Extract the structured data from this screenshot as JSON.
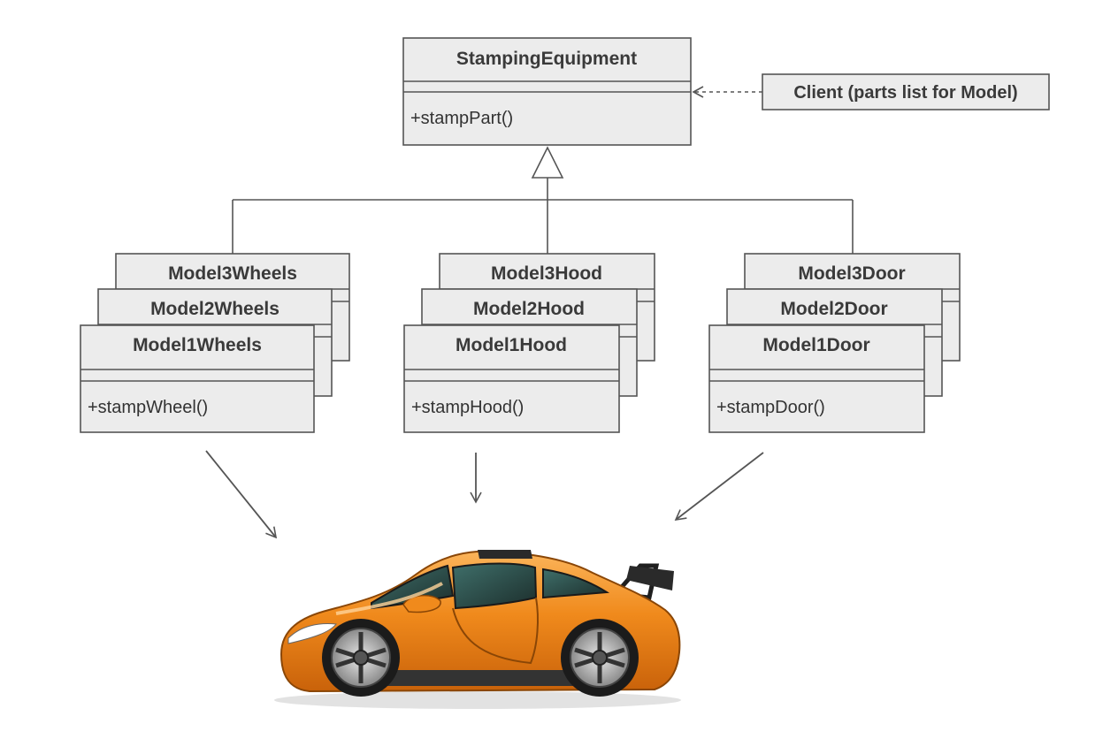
{
  "abstract_class": {
    "name": "StampingEquipment",
    "method": "+stampPart()"
  },
  "client": {
    "label": "Client (parts list for Model)"
  },
  "families": [
    {
      "classes": [
        "Model3Wheels",
        "Model2Wheels",
        "Model1Wheels"
      ],
      "method": "+stampWheel()"
    },
    {
      "classes": [
        "Model3Hood",
        "Model2Hood",
        "Model1Hood"
      ],
      "method": "+stampHood()"
    },
    {
      "classes": [
        "Model3Door",
        "Model2Door",
        "Model1Door"
      ],
      "method": "+stampDoor()"
    }
  ],
  "colors": {
    "box_fill": "#ececec",
    "box_stroke": "#555555",
    "car_body": "#f08a1c",
    "car_shadow": "#c9620a",
    "car_highlight": "#fbb45a"
  }
}
